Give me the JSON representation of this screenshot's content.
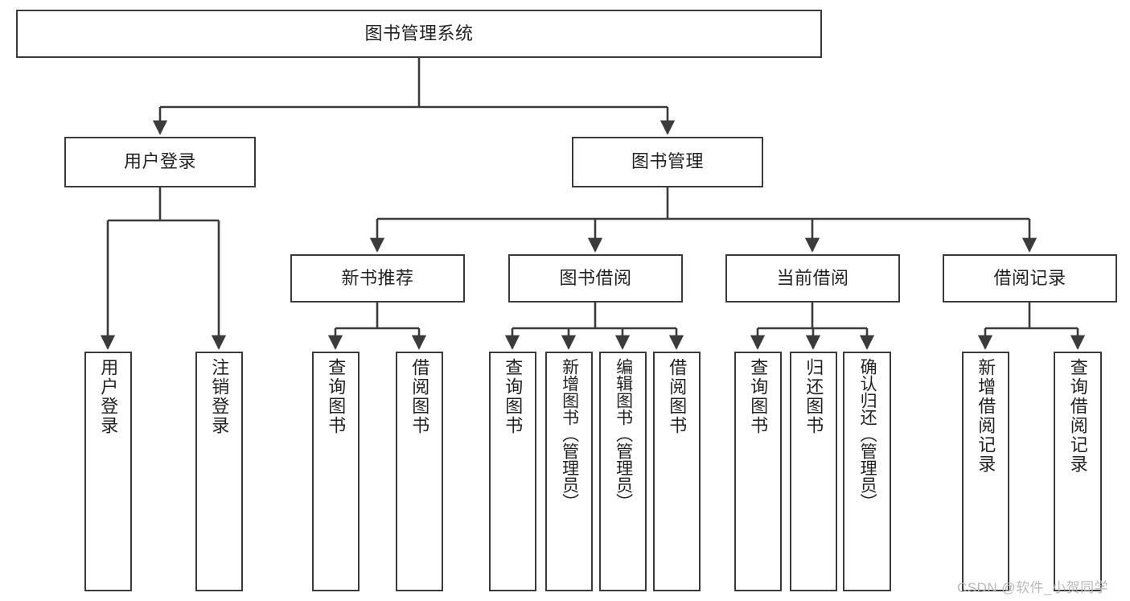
{
  "diagram": {
    "type": "tree",
    "title": "图书管理系统",
    "root": {
      "label": "图书管理系统"
    },
    "level2": [
      {
        "label": "用户登录"
      },
      {
        "label": "图书管理"
      }
    ],
    "level3": [
      {
        "label": "新书推荐"
      },
      {
        "label": "图书借阅"
      },
      {
        "label": "当前借阅"
      },
      {
        "label": "借阅记录"
      }
    ],
    "leaves_user_login": [
      {
        "label": "用户登录"
      },
      {
        "label": "注销登录"
      }
    ],
    "leaves_new_book": [
      {
        "label": "查询图书"
      },
      {
        "label": "借阅图书"
      }
    ],
    "leaves_borrow": [
      {
        "label": "查询图书"
      },
      {
        "label": "新增图书（管理员）"
      },
      {
        "label": "编辑图书（管理员）"
      },
      {
        "label": "借阅图书"
      }
    ],
    "leaves_current": [
      {
        "label": "查询图书"
      },
      {
        "label": "归还图书"
      },
      {
        "label": "确认归还（管理员）"
      }
    ],
    "leaves_records": [
      {
        "label": "新增借阅记录"
      },
      {
        "label": "查询借阅记录"
      }
    ],
    "colors": {
      "stroke": "#3b3b3b",
      "text": "#222222",
      "background": "#ffffff",
      "watermark": "#b9b9b9"
    }
  },
  "watermark": {
    "text": "CSDN @软件_小贺同学"
  }
}
